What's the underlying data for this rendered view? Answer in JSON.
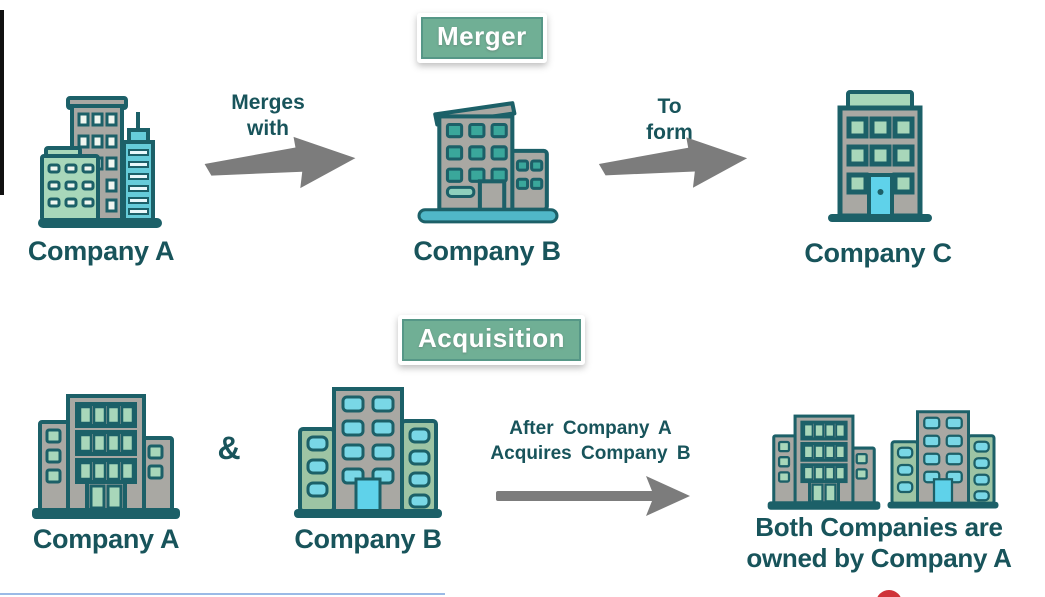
{
  "merger": {
    "title": "Merger",
    "company_a_label": "Company A",
    "arrow1_line1": "Merges",
    "arrow1_line2": "with",
    "company_b_label": "Company B",
    "arrow2_line1": "To",
    "arrow2_line2": "form",
    "company_c_label": "Company C"
  },
  "acquisition": {
    "title": "Acquisition",
    "company_a_label": "Company A",
    "ampersand": "&",
    "company_b_label": "Company B",
    "arrow_line1": "After Company A",
    "arrow_line2": "Acquires Company B",
    "result_line1": "Both Companies are",
    "result_line2": "owned by Company A"
  },
  "icons": {
    "merger_company_a": "city-skyline-buildings-icon",
    "merger_company_b": "office-buildings-icon",
    "merger_company_c": "apartment-building-icon",
    "acquisition_company_a": "palace-building-icon",
    "acquisition_company_b": "tower-building-icon",
    "arrows": "gray-right-arrow-icon"
  },
  "colors": {
    "badge_green": "#70af95",
    "badge_text": "#ffffff",
    "label_teal": "#18545b",
    "outline_teal": "#1c6068",
    "building_gray": "#a9a8a3",
    "mint_green": "#a8d7ba",
    "teal_window": "#3aa79b",
    "cyan_tower": "#66ccd9",
    "light_cyan_window": "#79d7e6",
    "door_cyan": "#5fd2ea",
    "wing_green": "#9dc4a4",
    "base_cyan": "#50b7c8",
    "arrow_gray": "#7c7c7c",
    "red_mark": "#cf3339"
  }
}
